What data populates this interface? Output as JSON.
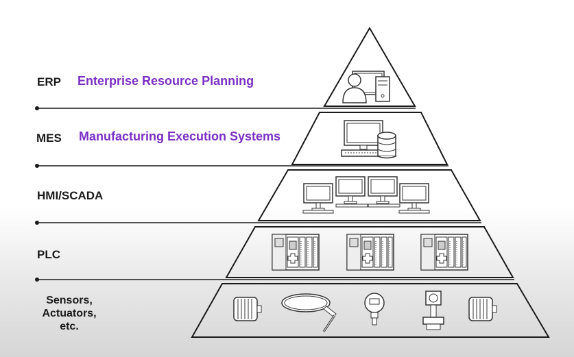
{
  "colors": {
    "accent": "#7b2fc4",
    "line": "#1a1a1a"
  },
  "levels": [
    {
      "label": "ERP",
      "description": "Enterprise Resource Planning",
      "icon": "computer-user-icon"
    },
    {
      "label": "MES",
      "description": "Manufacturing Execution Systems",
      "icon": "computer-database-icon"
    },
    {
      "label": "HMI/SCADA",
      "description": "",
      "icon": "monitors-icon"
    },
    {
      "label": "PLC",
      "description": "",
      "icon": "plc-module-icon"
    },
    {
      "label": "Sensors, Actuators, etc.",
      "lines": [
        "Sensors,",
        "Actuators,",
        "etc."
      ],
      "description": "",
      "icon": "sensor-actuator-icon"
    }
  ]
}
